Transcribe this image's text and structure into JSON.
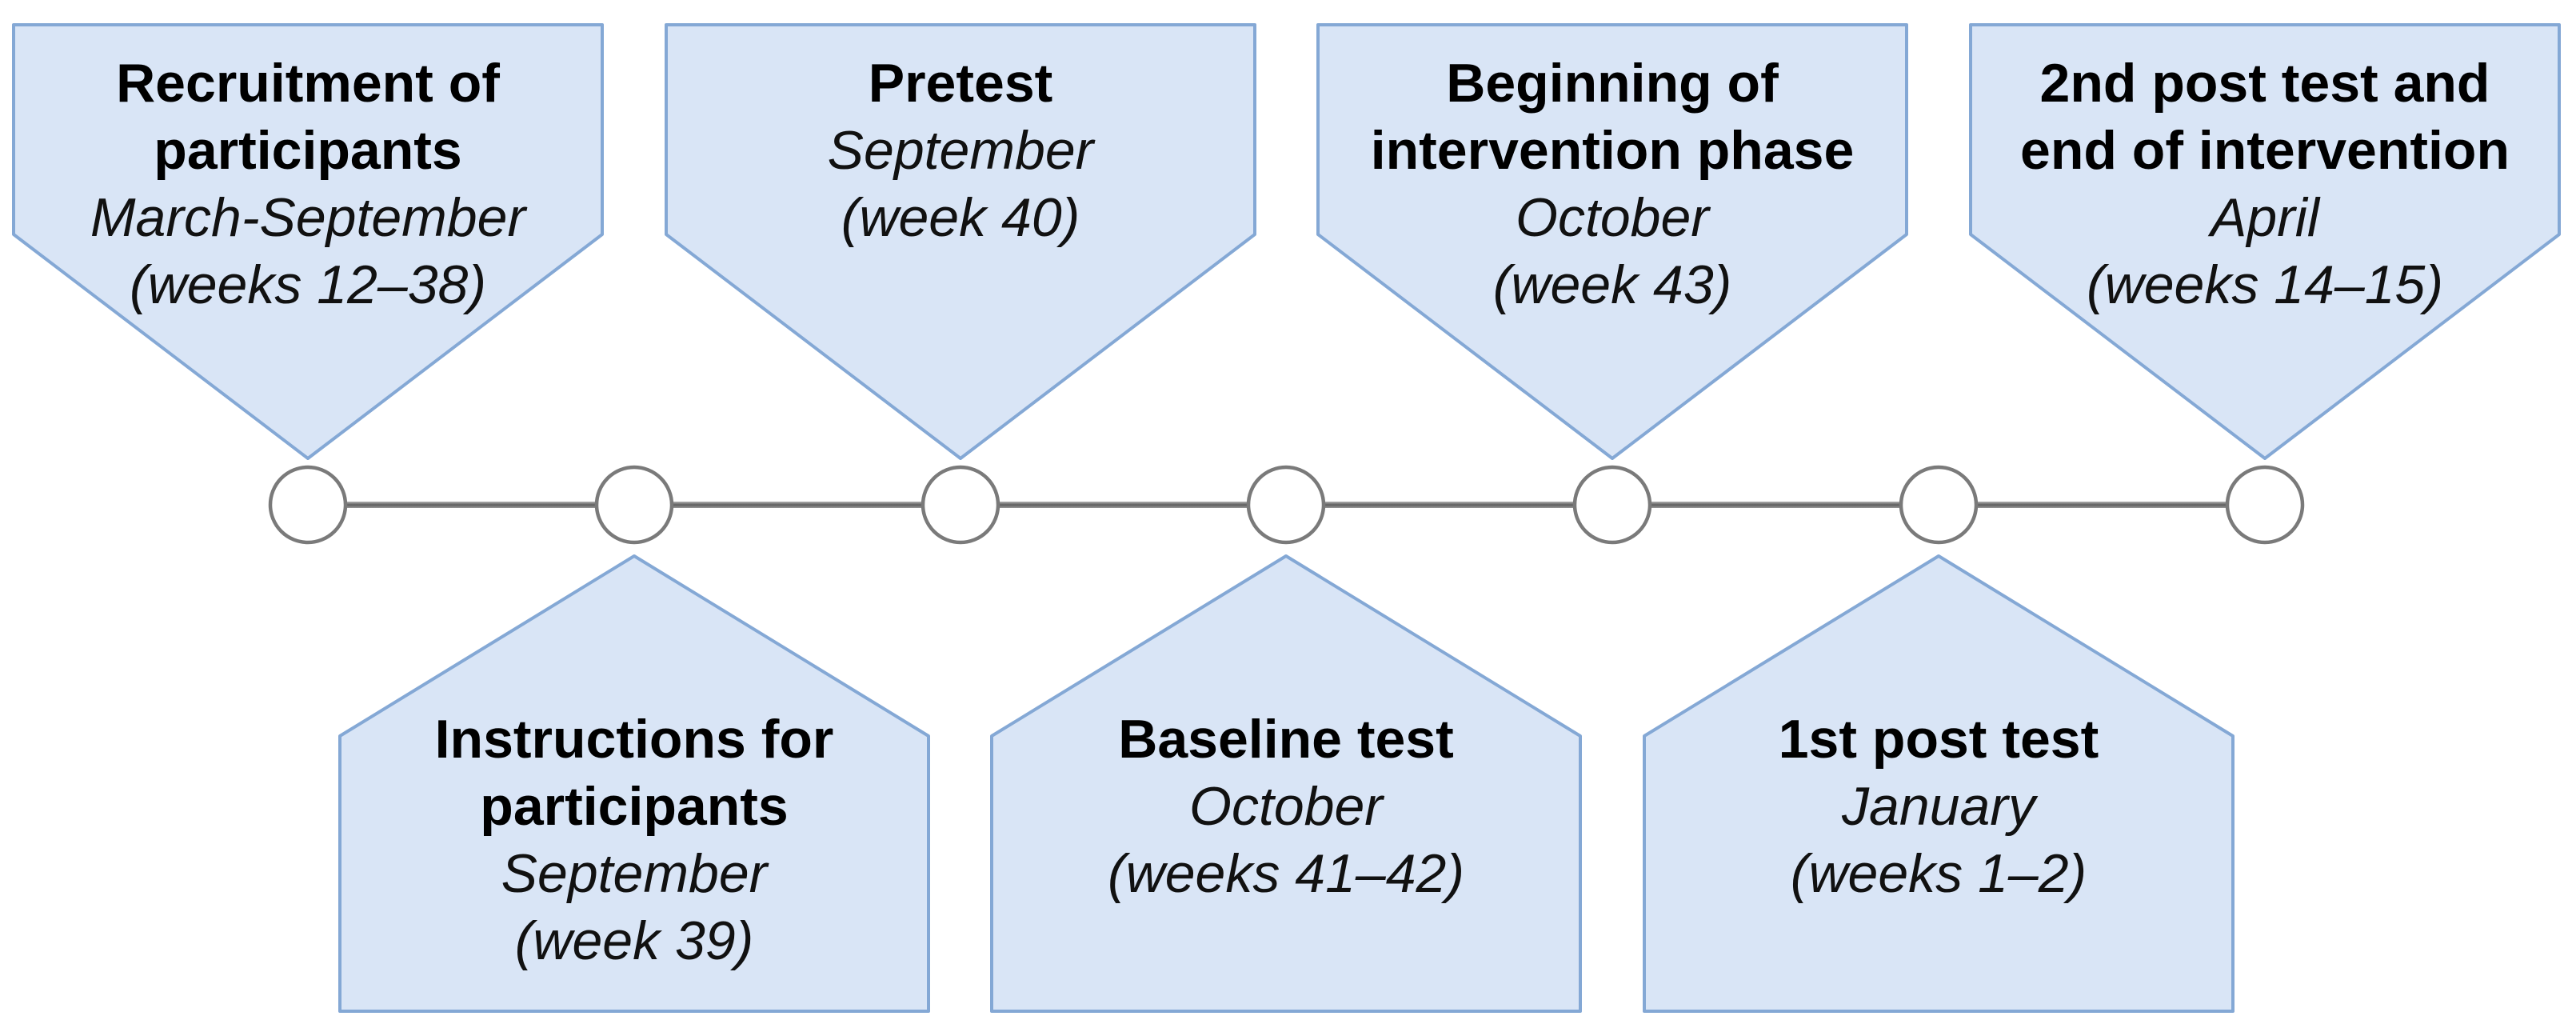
{
  "style": {
    "box_fill": "#d9e5f6",
    "box_border": "#84a8d5",
    "timeline_line": "#6f6f6f",
    "node_fill": "#ffffff",
    "node_border": "#7a7a7a",
    "text_color": "#000000"
  },
  "timeline": {
    "node_count": 7
  },
  "events": [
    {
      "node": 1,
      "side": "top",
      "title": "Recruitment of\nparticipants",
      "date": "March-September",
      "weeks": "(weeks 12–38)"
    },
    {
      "node": 2,
      "side": "bottom",
      "title": "Instructions for\nparticipants",
      "date": "September",
      "weeks": "(week 39)"
    },
    {
      "node": 3,
      "side": "top",
      "title": "Pretest",
      "date": "September",
      "weeks": "(week 40)"
    },
    {
      "node": 4,
      "side": "bottom",
      "title": "Baseline test",
      "date": "October",
      "weeks": "(weeks 41–42)"
    },
    {
      "node": 5,
      "side": "top",
      "title": "Beginning of\nintervention phase",
      "date": "October",
      "weeks": "(week 43)"
    },
    {
      "node": 6,
      "side": "bottom",
      "title": "1st post test",
      "date": "January",
      "weeks": "(weeks 1–2)"
    },
    {
      "node": 7,
      "side": "top",
      "title": "2nd post test and\nend of intervention",
      "date": "April",
      "weeks": "(weeks 14–15)"
    }
  ]
}
